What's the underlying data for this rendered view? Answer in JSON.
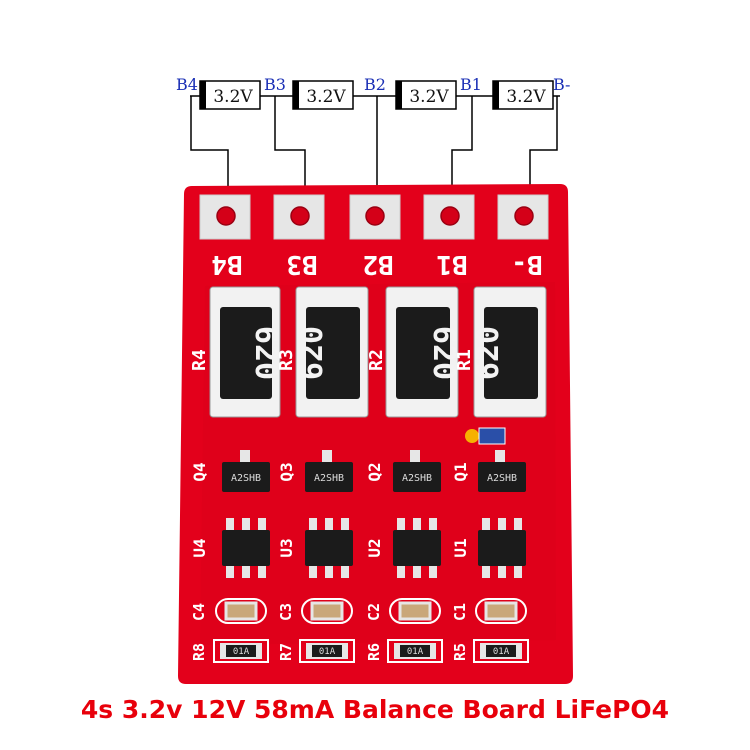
{
  "diagram": {
    "node_labels": [
      "B4",
      "B3",
      "B2",
      "B1",
      "B-"
    ],
    "cells": [
      "3.2V",
      "3.2V",
      "3.2V",
      "3.2V"
    ]
  },
  "board": {
    "pad_labels": [
      "B4",
      "B3",
      "B2",
      "B1",
      "B-"
    ],
    "resistor_refs": [
      "R4",
      "R3",
      "R2",
      "R1"
    ],
    "resistor_codes": [
      "620",
      "620",
      "620",
      "620"
    ],
    "transistor_refs": [
      "Q4",
      "Q3",
      "Q2",
      "Q1"
    ],
    "transistor_codes": [
      "A2SHB",
      "A2SHB",
      "A2SHB",
      "A2SHB"
    ],
    "ic_refs": [
      "U4",
      "U3",
      "U2",
      "U1"
    ],
    "cap_refs": [
      "C4",
      "C3",
      "C2",
      "C1"
    ],
    "small_res_refs": [
      "R8",
      "R7",
      "R6",
      "R5"
    ],
    "small_res_codes": [
      "01A",
      "01A",
      "01A",
      "01A"
    ],
    "colors": {
      "pcb": "#e3001b",
      "pad": "#e6e6e6",
      "component": "#1b1b1b",
      "caption": "#e8000b",
      "label": "#1a2fb5"
    }
  },
  "caption": "4s 3.2v 12V 58mA Balance Board LiFePO4"
}
